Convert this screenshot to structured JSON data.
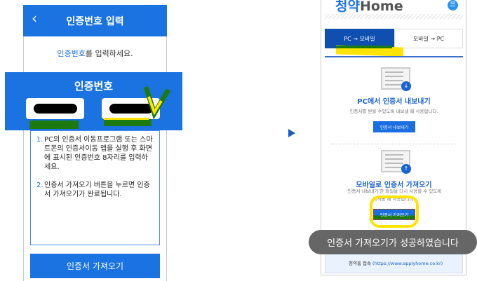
{
  "left": {
    "header_title": "인증번호 입력",
    "prompt_highlight": "인증번호",
    "prompt_rest": "를 입력하세요.",
    "code_title": "인증번호",
    "instructions": [
      {
        "num": "1.",
        "text": "PC의 인증서 이동프로그램 또는 스마트폰의 인증서이동 앱을 실행 후 화면에 표시된 인증번호 8자리를 입력하세요."
      },
      {
        "num": "2.",
        "text": "인증서 가져오기 버튼을 누르면 인증서 가져오기가 완료됩니다."
      }
    ],
    "button": "인증서 가져오기"
  },
  "right": {
    "logo_mark": "청약",
    "logo_text": "Home",
    "tabs": [
      {
        "label": "PC → 모바일",
        "active": true
      },
      {
        "label": "모바일 → PC",
        "active": false
      }
    ],
    "export": {
      "title": "PC에서 인증서 내보내기",
      "desc": "인증서를 받을 수있도록 내보낼 때 사용합니다.",
      "button": "인증서 내보내기"
    },
    "import": {
      "title": "모바일로 인증서 가져오기",
      "desc1": "'인증서 내보내기'한 파일을 다시 사용할 수 있도록",
      "desc2": "가져올 때 사용합니다.",
      "button": "인증서 가져오기"
    },
    "bottom_label": "청약홈 접속",
    "bottom_link": "(https://www.applyhome.co.kr)",
    "toast": "인증서 가져오기가 성공하였습니다"
  },
  "colors": {
    "primary": "#1a73e0",
    "tab_active": "#0e4fb0",
    "toast": "#666666",
    "highlight": "#ffe400",
    "marker": "#1d7a10"
  }
}
